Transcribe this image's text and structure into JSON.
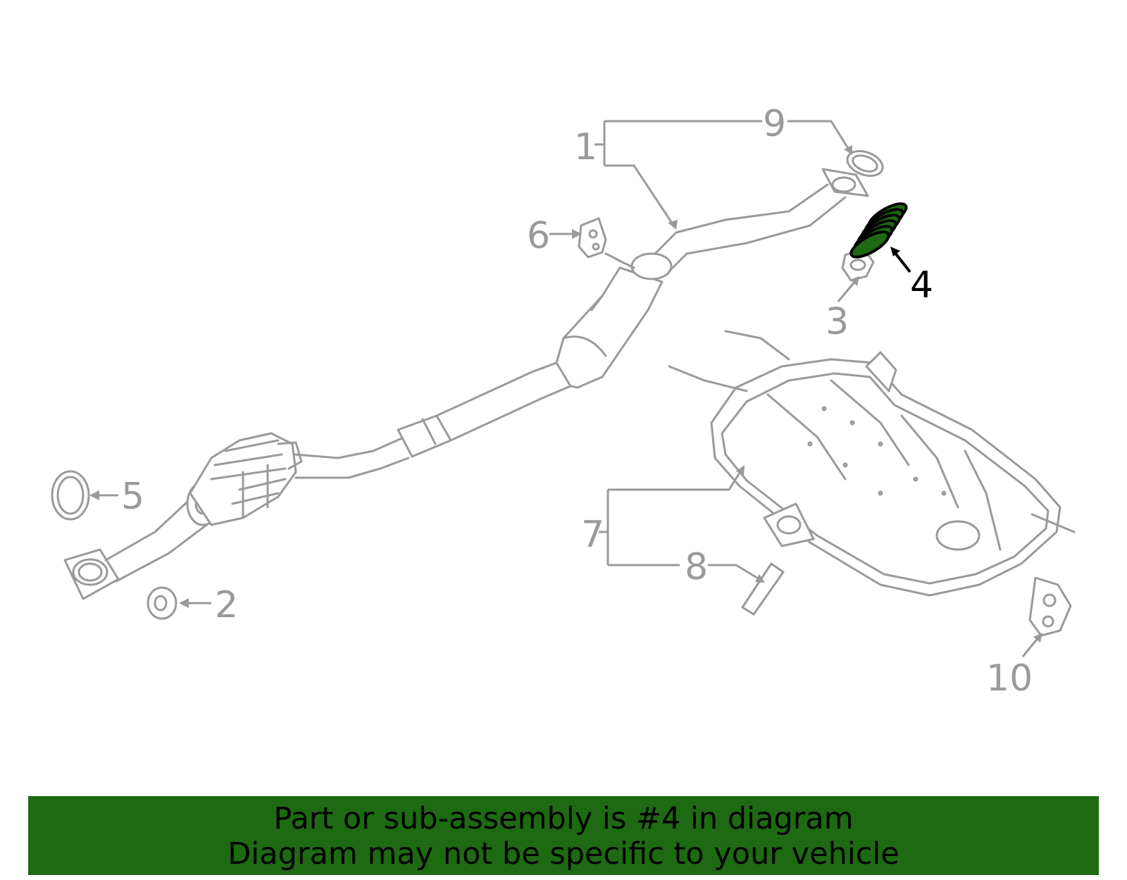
{
  "callouts": {
    "c1": "1",
    "c2": "2",
    "c3": "3",
    "c4": "4",
    "c5": "5",
    "c6": "6",
    "c7": "7",
    "c8": "8",
    "c9": "9",
    "c10": "10"
  },
  "highlight": {
    "part": "4",
    "color": "#1e6a12"
  },
  "banner": {
    "line1": "Part or sub-assembly is #4 in diagram",
    "line2": "Diagram may not be specific to your vehicle",
    "background": "#1e6a12"
  }
}
